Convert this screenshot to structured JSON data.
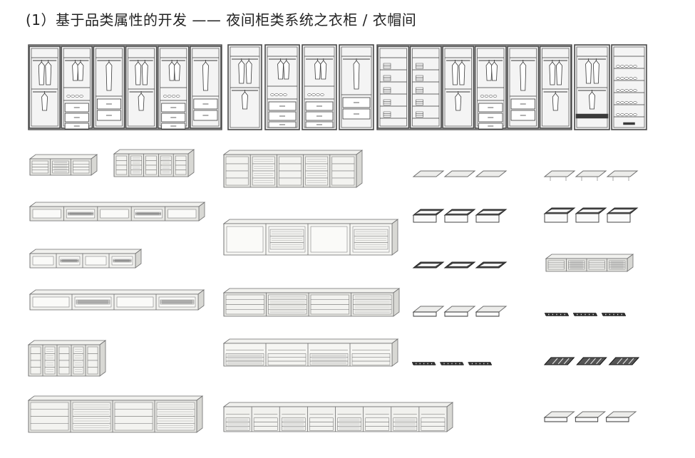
{
  "page": {
    "title": "(1）基于品类属性的开发 —— 夜间柜类系统之衣柜 / 衣帽间"
  },
  "colors": {
    "panel_fill": "#e6e6e2",
    "panel_light": "#f1f1ee",
    "stroke": "#6f6f6f",
    "dark": "#3a3a3a",
    "frame": "#4a4a4a"
  },
  "illustrations": {
    "wardrobe_elevations": {
      "icon": "wardrobe-elevation-drawings",
      "groups": 4
    },
    "module_grid": {
      "icon": "isometric-wardrobe-modules",
      "columns": 5,
      "rows": 6
    }
  }
}
